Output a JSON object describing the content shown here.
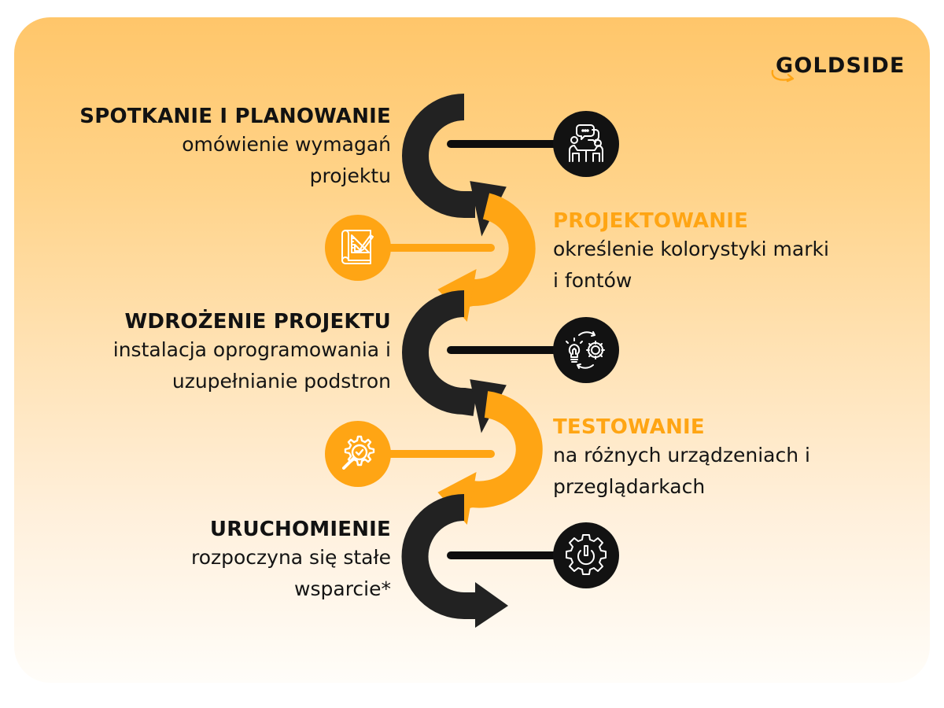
{
  "brand": {
    "name": "GOLDSIDE",
    "accent_color": "#ffa514",
    "dark_color": "#222222",
    "logo_icon": "curved-arrow-icon"
  },
  "steps": [
    {
      "title": "SPOTKANIE I PLANOWANIE",
      "description_lines": [
        "omówienie wymagań",
        "projektu"
      ],
      "side": "left",
      "title_color": "#121212",
      "icon": "meeting-discussion-icon",
      "icon_circle_color": "#121212"
    },
    {
      "title": "PROJEKTOWANIE",
      "description_lines": [
        "określenie kolorystyki marki",
        "i fontów"
      ],
      "side": "right",
      "title_color": "#ffa514",
      "icon": "blueprint-design-icon",
      "icon_circle_color": "#ffa514"
    },
    {
      "title": "WDROŻENIE PROJEKTU",
      "description_lines": [
        "instalacja oprogramowania i",
        "uzupełnianie podstron"
      ],
      "side": "left",
      "title_color": "#121212",
      "icon": "idea-gear-cycle-icon",
      "icon_circle_color": "#121212"
    },
    {
      "title": "TESTOWANIE",
      "description_lines": [
        "na różnych urządzeniach i",
        "przeglądarkach"
      ],
      "side": "right",
      "title_color": "#ffa514",
      "icon": "magnifier-gear-check-icon",
      "icon_circle_color": "#ffa514"
    },
    {
      "title": "URUCHOMIENIE",
      "description_lines": [
        "rozpoczyna się stałe",
        "wsparcie*"
      ],
      "side": "left",
      "title_color": "#121212",
      "icon": "power-gear-icon",
      "icon_circle_color": "#121212"
    }
  ]
}
